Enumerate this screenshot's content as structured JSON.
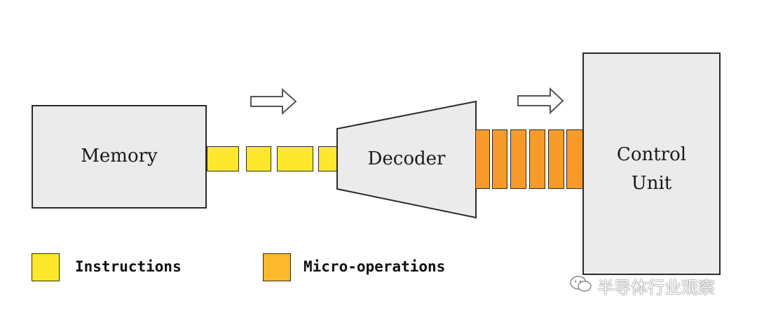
{
  "diagram": {
    "memory_label": "Memory",
    "decoder_label": "Decoder",
    "control_unit_label_line1": "Control",
    "control_unit_label_line2": "Unit",
    "legend": {
      "instructions_label": "Instructions",
      "micro_operations_label": "Micro-operations"
    },
    "watermark": "半导体行业观察",
    "colors": {
      "instructions": "#fde82e",
      "micro_operations": "#f79a2a",
      "box_fill": "#ebebeb",
      "stroke": "#2a2a2a"
    }
  }
}
